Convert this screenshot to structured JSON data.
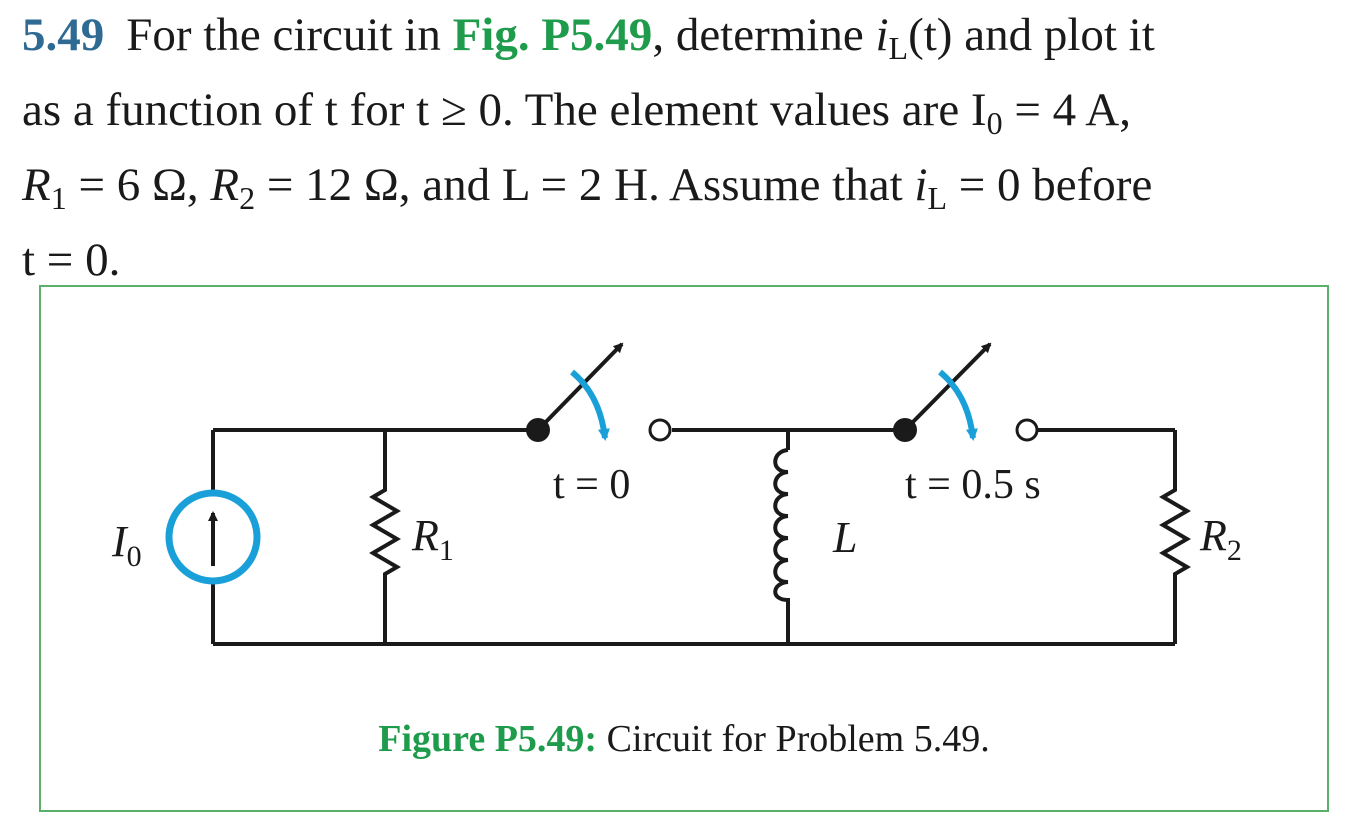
{
  "problem": {
    "number": "5.49",
    "line1_pre": "For the circuit in ",
    "figure_ref": "Fig. P5.49",
    "line1_mid": ", determine ",
    "var_i": "i",
    "sub_L": "L",
    "line1_post": "(t) and plot it",
    "line2": "as a function of t for t ≥ 0. The element values are I",
    "sub_0": "0",
    "i0_value": " = 4 A,",
    "r1_sym": "R",
    "sub_1": "1",
    "r1_value": " = 6 Ω, ",
    "r2_sym": "R",
    "sub_2": "2",
    "r2_value": " = 12 Ω, and ",
    "l_value": "L = 2 H. Assume that ",
    "il_value": " = 0 before",
    "line4": "t = 0."
  },
  "figure": {
    "labels": {
      "source": "I",
      "source_sub": "0",
      "r1": "R",
      "r1_sub": "1",
      "inductor": "L",
      "r2": "R",
      "r2_sub": "2",
      "switch1_time": "t = 0",
      "switch2_time": "t = 0.5 s"
    },
    "caption_label": "Figure P5.49:",
    "caption_text": " Circuit for Problem 5.49.",
    "colors": {
      "accent_blue": "#1aa0d8",
      "figure_green": "#1e9b4b",
      "frame_green": "#58b06b",
      "number_blue": "#2e6a92"
    }
  }
}
